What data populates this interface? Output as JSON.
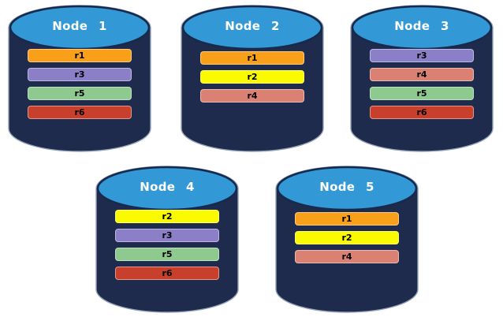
{
  "palette": {
    "background": "#ffffff",
    "cylinder_body": "#1e2b4c",
    "cylinder_lid": "#3399d6",
    "cylinder_lid_border": "#17294d",
    "cylinder_outline": "#93a3b8",
    "title_text": "#ffffff",
    "bar_text": "#000000",
    "replica_colors": {
      "r1": "#f9a01b",
      "r2": "#fafa00",
      "r3": "#8b7fc7",
      "r4": "#db8173",
      "r5": "#8ec98f",
      "r6": "#c8402c"
    }
  },
  "nodes": [
    {
      "label": "Node 1",
      "replicas": [
        "r1",
        "r3",
        "r5",
        "r6"
      ]
    },
    {
      "label": "Node 2",
      "replicas": [
        "r1",
        "r2",
        "r4"
      ]
    },
    {
      "label": "Node 3",
      "replicas": [
        "r3",
        "r4",
        "r5",
        "r6"
      ]
    },
    {
      "label": "Node 4",
      "replicas": [
        "r2",
        "r3",
        "r5",
        "r6"
      ]
    },
    {
      "label": "Node 5",
      "replicas": [
        "r1",
        "r2",
        "r4"
      ]
    }
  ]
}
